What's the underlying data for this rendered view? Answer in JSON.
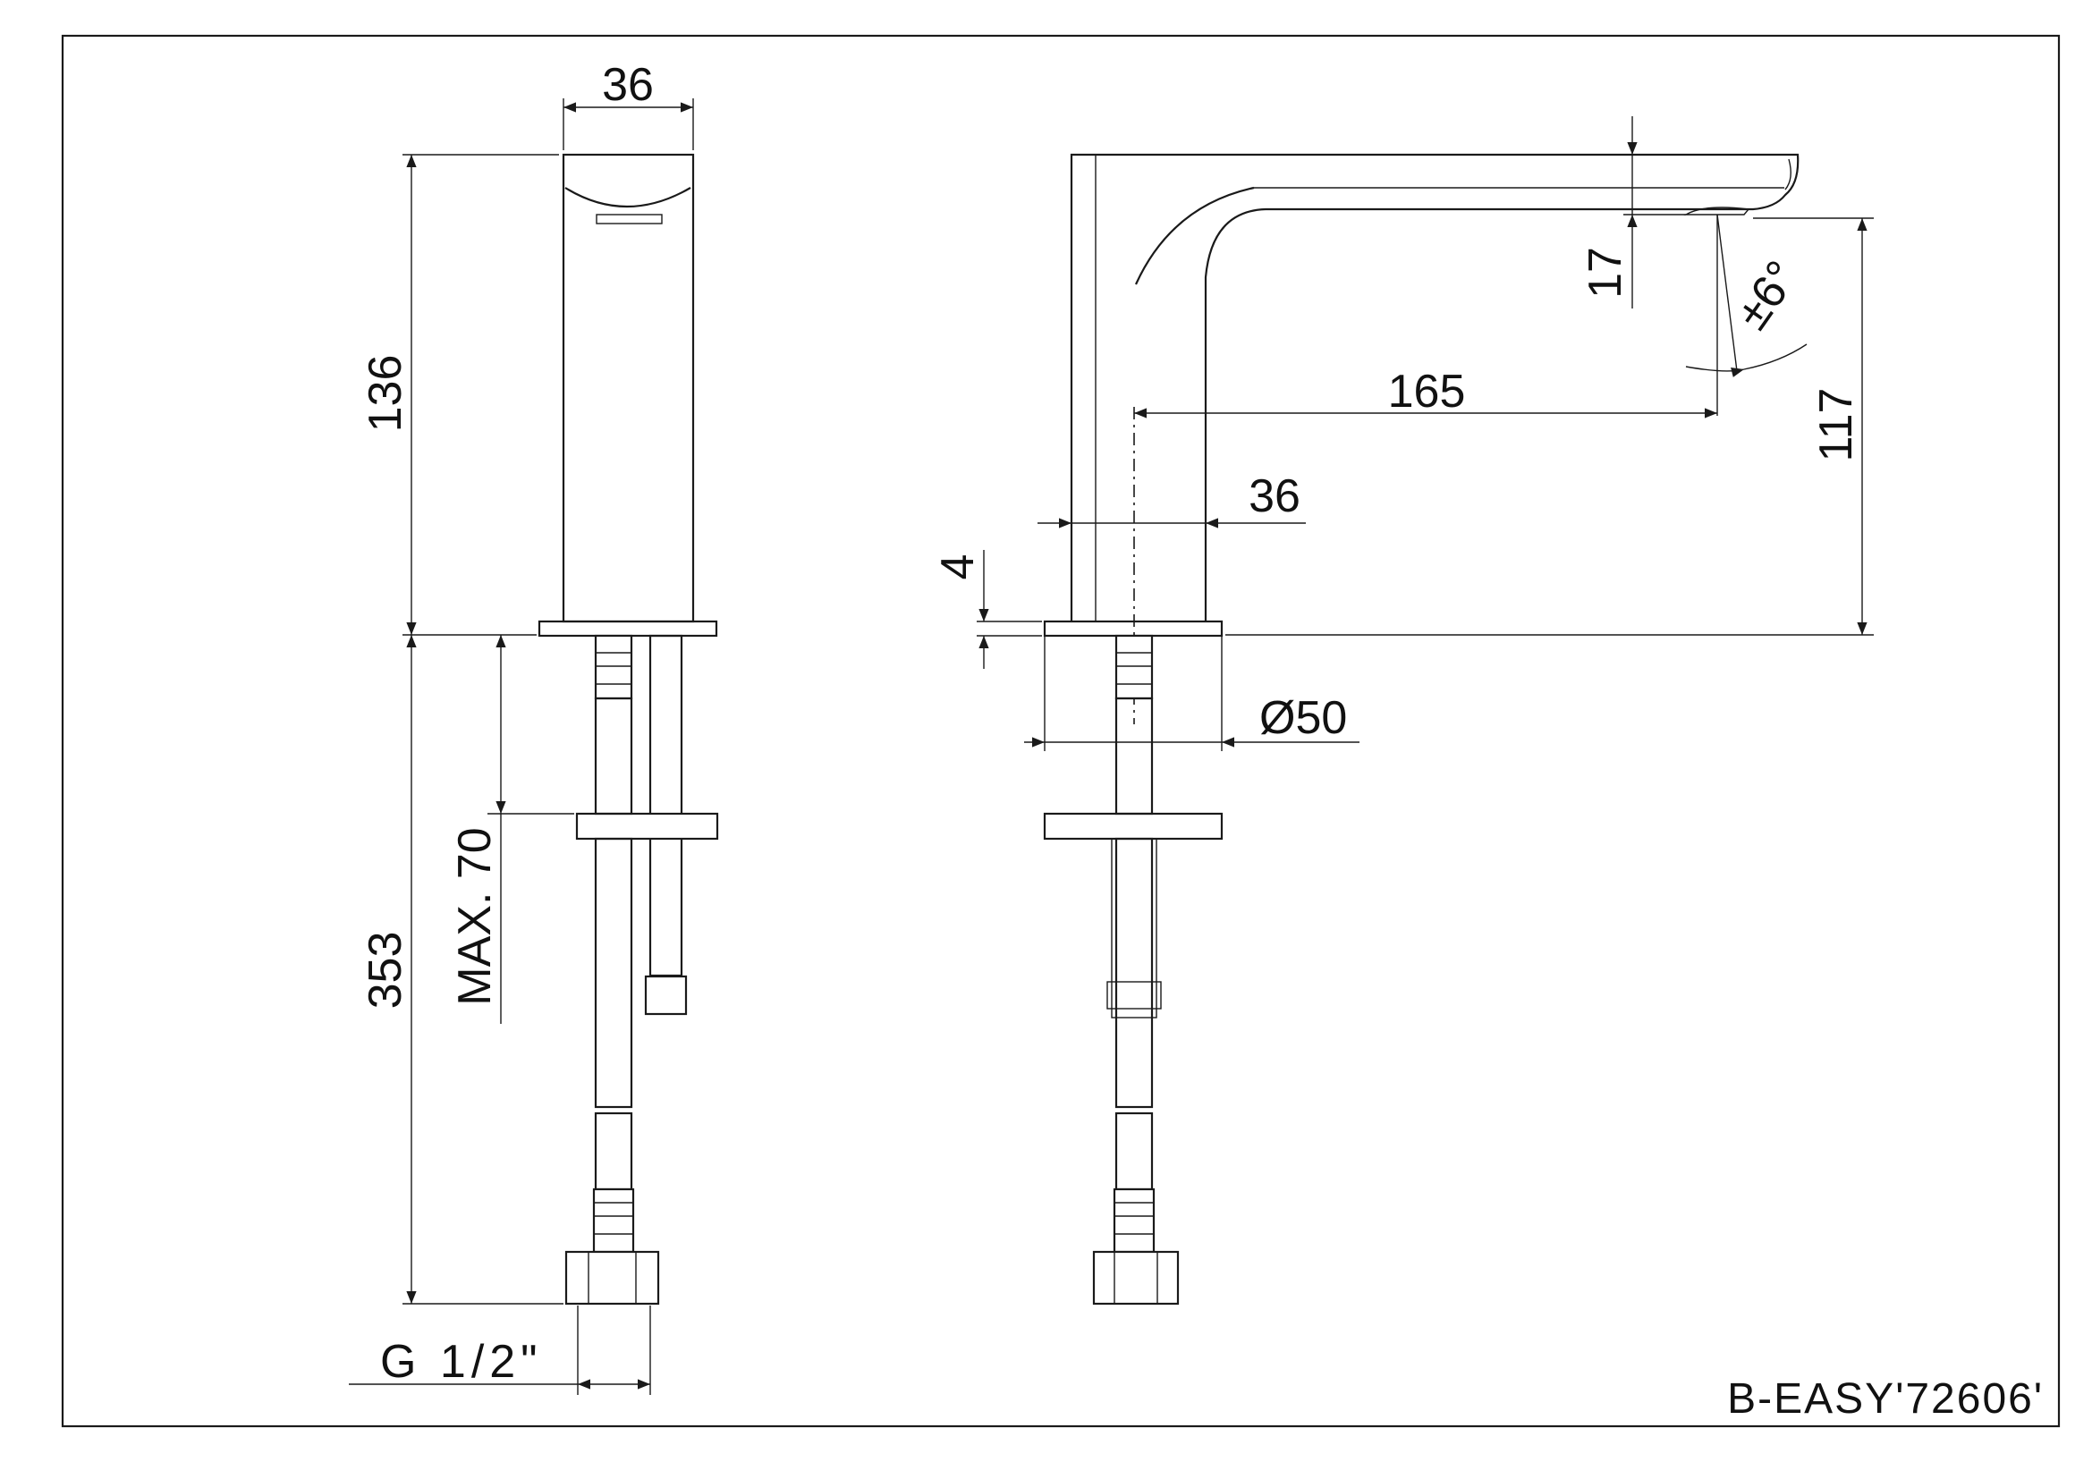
{
  "dimensions": {
    "front_width": "36",
    "front_height": "136",
    "total_below": "353",
    "max_thickness": "MAX. 70",
    "thread": "G 1/2\"",
    "side_width": "36",
    "reach": "165",
    "spout_thickness": "17",
    "spout_height": "117",
    "angle": "±6°",
    "base_plate": "4",
    "base_diameter": "Ø50"
  },
  "title_block": {
    "model": "B-EASY'72606'"
  }
}
